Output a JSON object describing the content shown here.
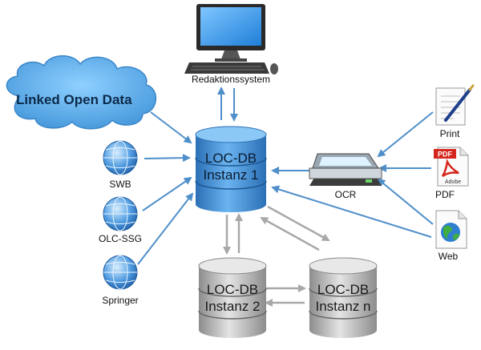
{
  "diagram": {
    "cloud": {
      "label": "Linked Open Data"
    },
    "sources": [
      {
        "id": "swb",
        "label": "SWB"
      },
      {
        "id": "olc",
        "label": "OLC-SSG"
      },
      {
        "id": "springer",
        "label": "Springer"
      }
    ],
    "editor": {
      "label": "Redaktionssystem"
    },
    "main_db": {
      "line1": "LOC-DB",
      "line2": "Instanz 1"
    },
    "db2": {
      "line1": "LOC-DB",
      "line2": "Instanz 2"
    },
    "dbn": {
      "line1": "LOC-DB",
      "line2": "Instanz n"
    },
    "ocr": {
      "label": "OCR"
    },
    "inputs": [
      {
        "id": "print",
        "label": "Print"
      },
      {
        "id": "pdf",
        "label": "PDF",
        "badge": "PDF",
        "brand": "Adobe"
      },
      {
        "id": "web",
        "label": "Web"
      }
    ],
    "colors": {
      "arrow_blue": "#4f8fca",
      "arrow_gray": "#a8a8a8",
      "db_blue": "#3d8ed6",
      "db_gray": "#b5b5b5",
      "cloud": "#5aa8e0",
      "pdf_red": "#d4261c"
    }
  }
}
